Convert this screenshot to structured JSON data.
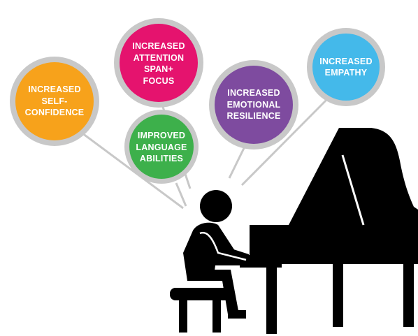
{
  "bubbles": [
    {
      "id": "confidence",
      "text": "INCREASED\nSELF-\nCONFIDENCE",
      "color": "#f7a21b"
    },
    {
      "id": "attention",
      "text": "INCREASED\nATTENTION\nSPAN+\nFOCUS",
      "color": "#e5136e"
    },
    {
      "id": "language",
      "text": "IMPROVED\nLANGUAGE\nABILITIES",
      "color": "#3db04b"
    },
    {
      "id": "resilience",
      "text": "INCREASED\nEMOTIONAL\nRESILIENCE",
      "color": "#7e4b9f"
    },
    {
      "id": "empathy",
      "text": "INCREASED\nEMPATHY",
      "color": "#44b9ea"
    }
  ],
  "ring_color": "#c8c8c8",
  "silhouette_color": "#000000",
  "icons": [
    "pianist-figure-icon",
    "grand-piano-icon",
    "stool-icon"
  ]
}
